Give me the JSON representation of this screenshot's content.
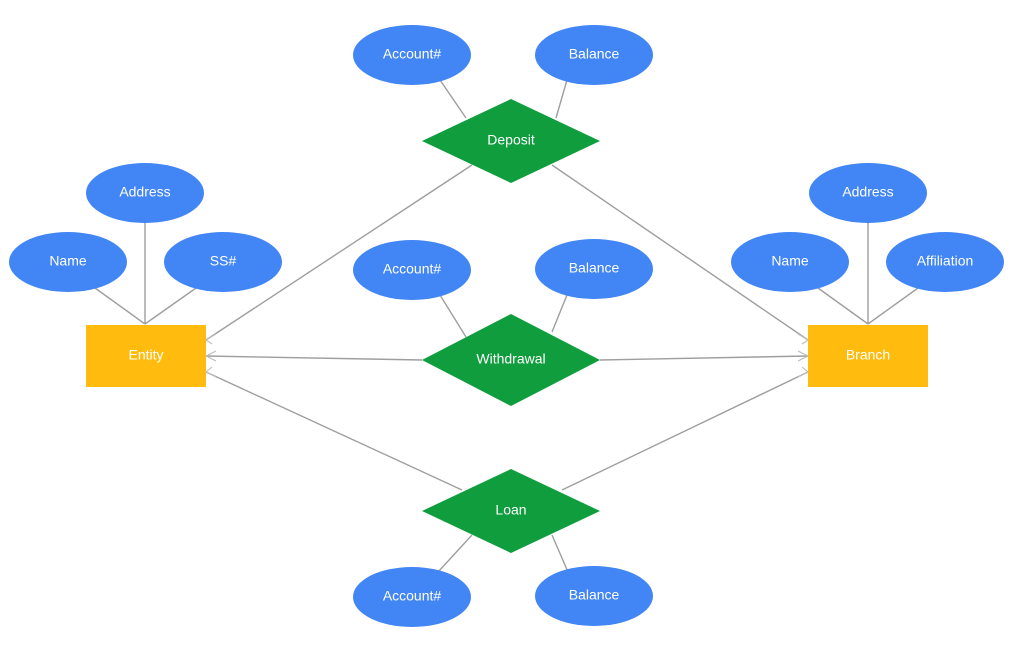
{
  "colors": {
    "entity": "#FFBC0F",
    "relationship": "#0F9D3E",
    "attribute": "#4285F4",
    "connector": "#9E9E9E",
    "label": "#FFFFFF"
  },
  "entities": {
    "entity": "Entity",
    "branch": "Branch"
  },
  "relationships": {
    "deposit": "Deposit",
    "withdrawal": "Withdrawal",
    "loan": "Loan"
  },
  "attributes": {
    "entity_address": "Address",
    "entity_name": "Name",
    "entity_ssn": "SS#",
    "branch_address": "Address",
    "branch_name": "Name",
    "branch_affiliation": "Affiliation",
    "deposit_account": "Account#",
    "deposit_balance": "Balance",
    "withdrawal_account": "Account#",
    "withdrawal_balance": "Balance",
    "loan_account": "Account#",
    "loan_balance": "Balance"
  }
}
